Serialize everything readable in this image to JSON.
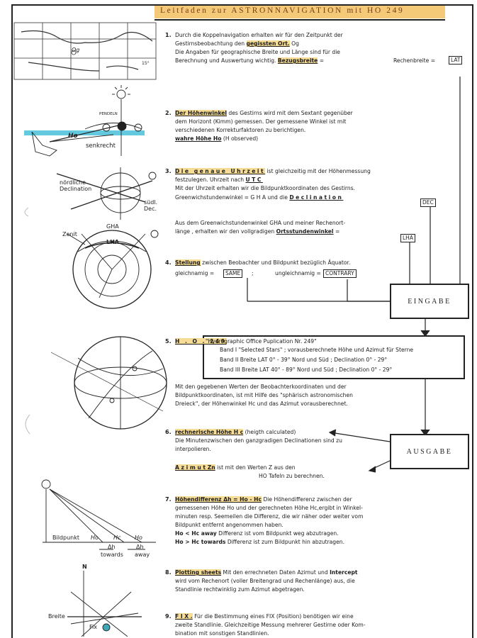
{
  "header": {
    "title": "Leitfaden zur ASTRONNAVIGATION mit HO 249"
  },
  "map": {
    "labels": {
      "l1": "Og",
      "l2": "15°"
    }
  },
  "item1": {
    "num": "1.",
    "l1": "Durch die Koppelnavigation erhalten wir für den Zeitpunkt der",
    "l2a": "Gestirnsbeobachtung den ",
    "l2b": "gegissten Ort.",
    "l2c": " Og",
    "l3": "Die Angaben für geographische Breite und Länge sind für die",
    "l4a": "Berechnung und Auswertung wichtig. ",
    "l4b": "Bezugsbreite",
    "l4c": " =",
    "right": "Rechenbreite =",
    "box": "LAT"
  },
  "fig2": {
    "pendulum": "PENDELN",
    "ho": "Ho",
    "senkrecht": "senkrecht"
  },
  "item2": {
    "num": "2.",
    "l1a": "Der Höhenwinkel",
    "l1b": " des Gestirns wird mit dem Sextant gegenüber",
    "l2": "dem Horizont (Kimm) gemessen. Der gemessene Winkel ist mit",
    "l3": "verschiedenen Korrekturfaktoren zu berichtigen.",
    "l4a": "wahre Höhe Ho",
    "l4b": " (H observed)"
  },
  "fig3": {
    "nord1": "nördliche",
    "nord2": "Declination",
    "sud1": "südl.",
    "sud2": "Dec."
  },
  "item3": {
    "num": "3.",
    "l1a": "Die genaue Uhrzeit",
    "l1b": " ist gleichzeitig mit der Höhenmessung",
    "l2a": "festzulegen. Uhrzeit nach ",
    "l2b": "UTC",
    "l3": "Mit der Uhrzeit erhalten wir die Bildpunktkoordinaten des Gestirns.",
    "l4a": "Greenwichstundenwinkel = G H A  und die ",
    "l4b": "Declination",
    "box": "DEC",
    "l5": "Aus dem Greenwichstundenwinkel GHA und meiner Rechenort-",
    "l6a": "länge , erhalten wir den vollgradigen ",
    "l6b": "Ortsstundenwinkel",
    "l6c": " =",
    "box2": "LHA"
  },
  "fig4": {
    "zenit": "Zenit",
    "gha": "GHA",
    "lha": "LHA"
  },
  "item4": {
    "num": "4.",
    "l1a": "Stellung",
    "l1b": " zwischen Beobachter und Bildpunkt bezüglich Äquator.",
    "l2a": "gleichnamig =",
    "box1": "SAME",
    "l2b": ";",
    "l2c": "ungleichnamig =",
    "box2": "CONTRARY"
  },
  "eingabe": "EINGABE",
  "item5": {
    "num": "5.",
    "code": "H . O . 249",
    "r1": "\"Hydrographic   Office Puplication Nr. 249\"",
    "r2": "Band I  \"Selected Stars\"  ; vorausberechnete Höhe und Azimut für Sterne",
    "r3": "Band II  Breite  LAT 0° - 39° Nord und Süd ; Declination 0° - 29°",
    "r4": "Band III Breite  LAT 40° - 89° Nord und Süd ; Declination 0° - 29°",
    "p1": "Mit den gegebenen Werten der Beobachterkoordinaten und der",
    "p2": "Bildpunktkoordinaten, ist mit Hilfe des \"sphärisch astronomischen",
    "p3": "Dreieck\", der Höhenwinkel Hc und das Azimut vorausberechnet."
  },
  "item6": {
    "num": "6.",
    "l1a": "rechnerische  Höhe  H c",
    "l1b": " (heigth calculated)",
    "l2": "Die Minutenzwischen den ganzgradigen Declinationen sind zu",
    "l3": "interpolieren.",
    "l4a": "A z i m u t    Zn",
    "l4b": "  ist mit den Werten Z aus den",
    "l5": "HO Tafeln zu berechnen."
  },
  "ausgabe": "AUSGABE",
  "fig7": {
    "bildpunkt": "Bildpunkt",
    "ho": "Ho",
    "hc": "Hc",
    "ho2": "Ho",
    "dh1": "Δh",
    "dh2": "Δh",
    "towards": "towards",
    "away": "away"
  },
  "item7": {
    "num": "7.",
    "l1a": "Höhendifferenz Δh = Ho - Hc",
    "l1b": "  Die Höhendifferenz zwischen der",
    "l2": "gemessenen Höhe Ho und der gerechneten Höhe Hc,ergibt in  Winkel-",
    "l3": "minuten resp. Seemeilen  die Differenz, die wir näher oder weiter vom",
    "l4": "Bildpunkt entfernt angenommen haben.",
    "l5a": "Ho",
    "l5b": " < ",
    "l5c": "Hc  away",
    "l5d": "  Differenz ist vom Bildpunkt weg abzutragen.",
    "l6a": "Ho",
    "l6b": " > ",
    "l6c": "Hc  towards",
    "l6d": "  Differenz ist zum Bildpunkt hin abzutragen."
  },
  "item8": {
    "num": "8.",
    "l1a": "Plotting sheets",
    "l1b": "  Mit den errechneten Daten Azimut und ",
    "l1c": "Intercept",
    "l2": "wird vom Rechenort (voller Breitengrad und Rechenlänge) aus, die",
    "l3": "Standlinie rechtwinklig zum Azimut abgetragen."
  },
  "fig9": {
    "n": "N",
    "breite": "Breite",
    "fix": "Fix"
  },
  "item9": {
    "num": "9.",
    "l1a": "F I X .",
    "l1b": "  Für die Bestimmung eines FIX (Position) benötigen wir eine",
    "l2": "zweite Standlinie. Gleichzeitige Messung mehrerer Gestirne oder Kom-",
    "l3": "bination mit sonstigen Standlinien."
  }
}
